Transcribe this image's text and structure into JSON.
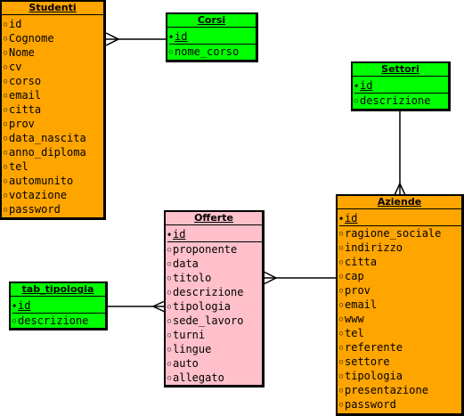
{
  "colors": {
    "student": "#FFA500",
    "green": "#00FF00",
    "offerte": "#FFC0CB"
  },
  "entities": {
    "studenti": {
      "title": "Studenti",
      "fields": [
        "id",
        "Cognome",
        "Nome",
        "cv",
        "corso",
        "email",
        "citta",
        "prov",
        "data_nascita",
        "anno_diploma",
        "tel",
        "automunito",
        "votazione",
        "password"
      ]
    },
    "corsi": {
      "title": "Corsi",
      "pk": "id",
      "fields": [
        "nome_corso"
      ]
    },
    "settori": {
      "title": "Settori",
      "pk": "id",
      "fields": [
        "descrizione"
      ]
    },
    "offerte": {
      "title": "Offerte",
      "pk": "id",
      "fields": [
        "proponente",
        "data",
        "titolo",
        "descrizione",
        "tipologia",
        "sede_lavoro",
        "turni",
        "lingue",
        "auto",
        "allegato"
      ]
    },
    "tab_tipologia": {
      "title": "tab_tipologia",
      "pk": "id",
      "fields": [
        "descrizione"
      ]
    },
    "aziende": {
      "title": "Aziende",
      "pk": "id",
      "fields": [
        "ragione_sociale",
        "indirizzo",
        "citta",
        "cap",
        "prov",
        "email",
        "www",
        "tel",
        "referente",
        "settore",
        "tipologia",
        "presentazione",
        "password"
      ]
    }
  }
}
